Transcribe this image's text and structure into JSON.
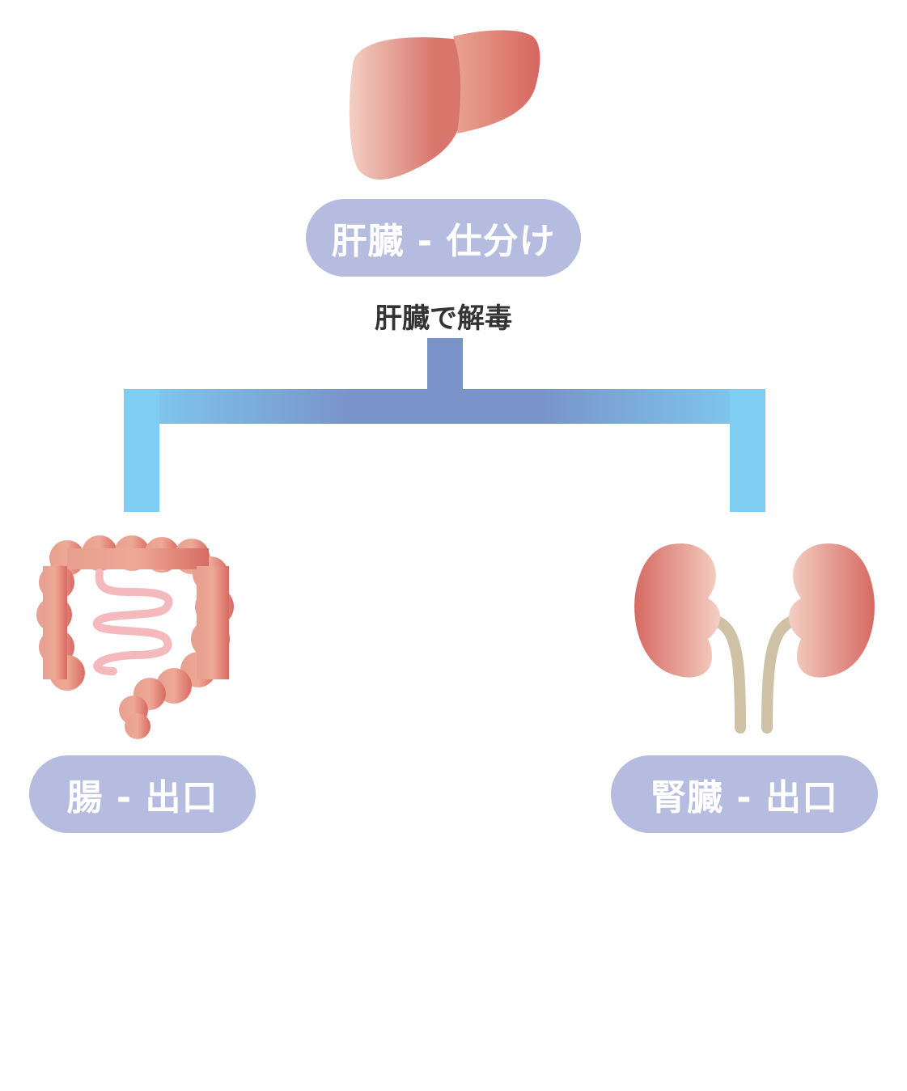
{
  "liver": {
    "label": "肝臓 - 仕分け",
    "caption": "肝臓で解毒"
  },
  "intestine": {
    "label": "腸 - 出口"
  },
  "kidney": {
    "label": "腎臓 - 出口"
  },
  "colors": {
    "pill": "#b5bcdf",
    "connector_center": "#7a94c9",
    "connector_edge": "#7fcdf2",
    "organ_light": "#f4cfc4",
    "organ_dark": "#d66a62",
    "small_intestine": "#f4b9bd",
    "ureter": "#cfc1a6"
  },
  "icons": [
    "liver-icon",
    "large-intestine-icon",
    "kidney-icon"
  ]
}
